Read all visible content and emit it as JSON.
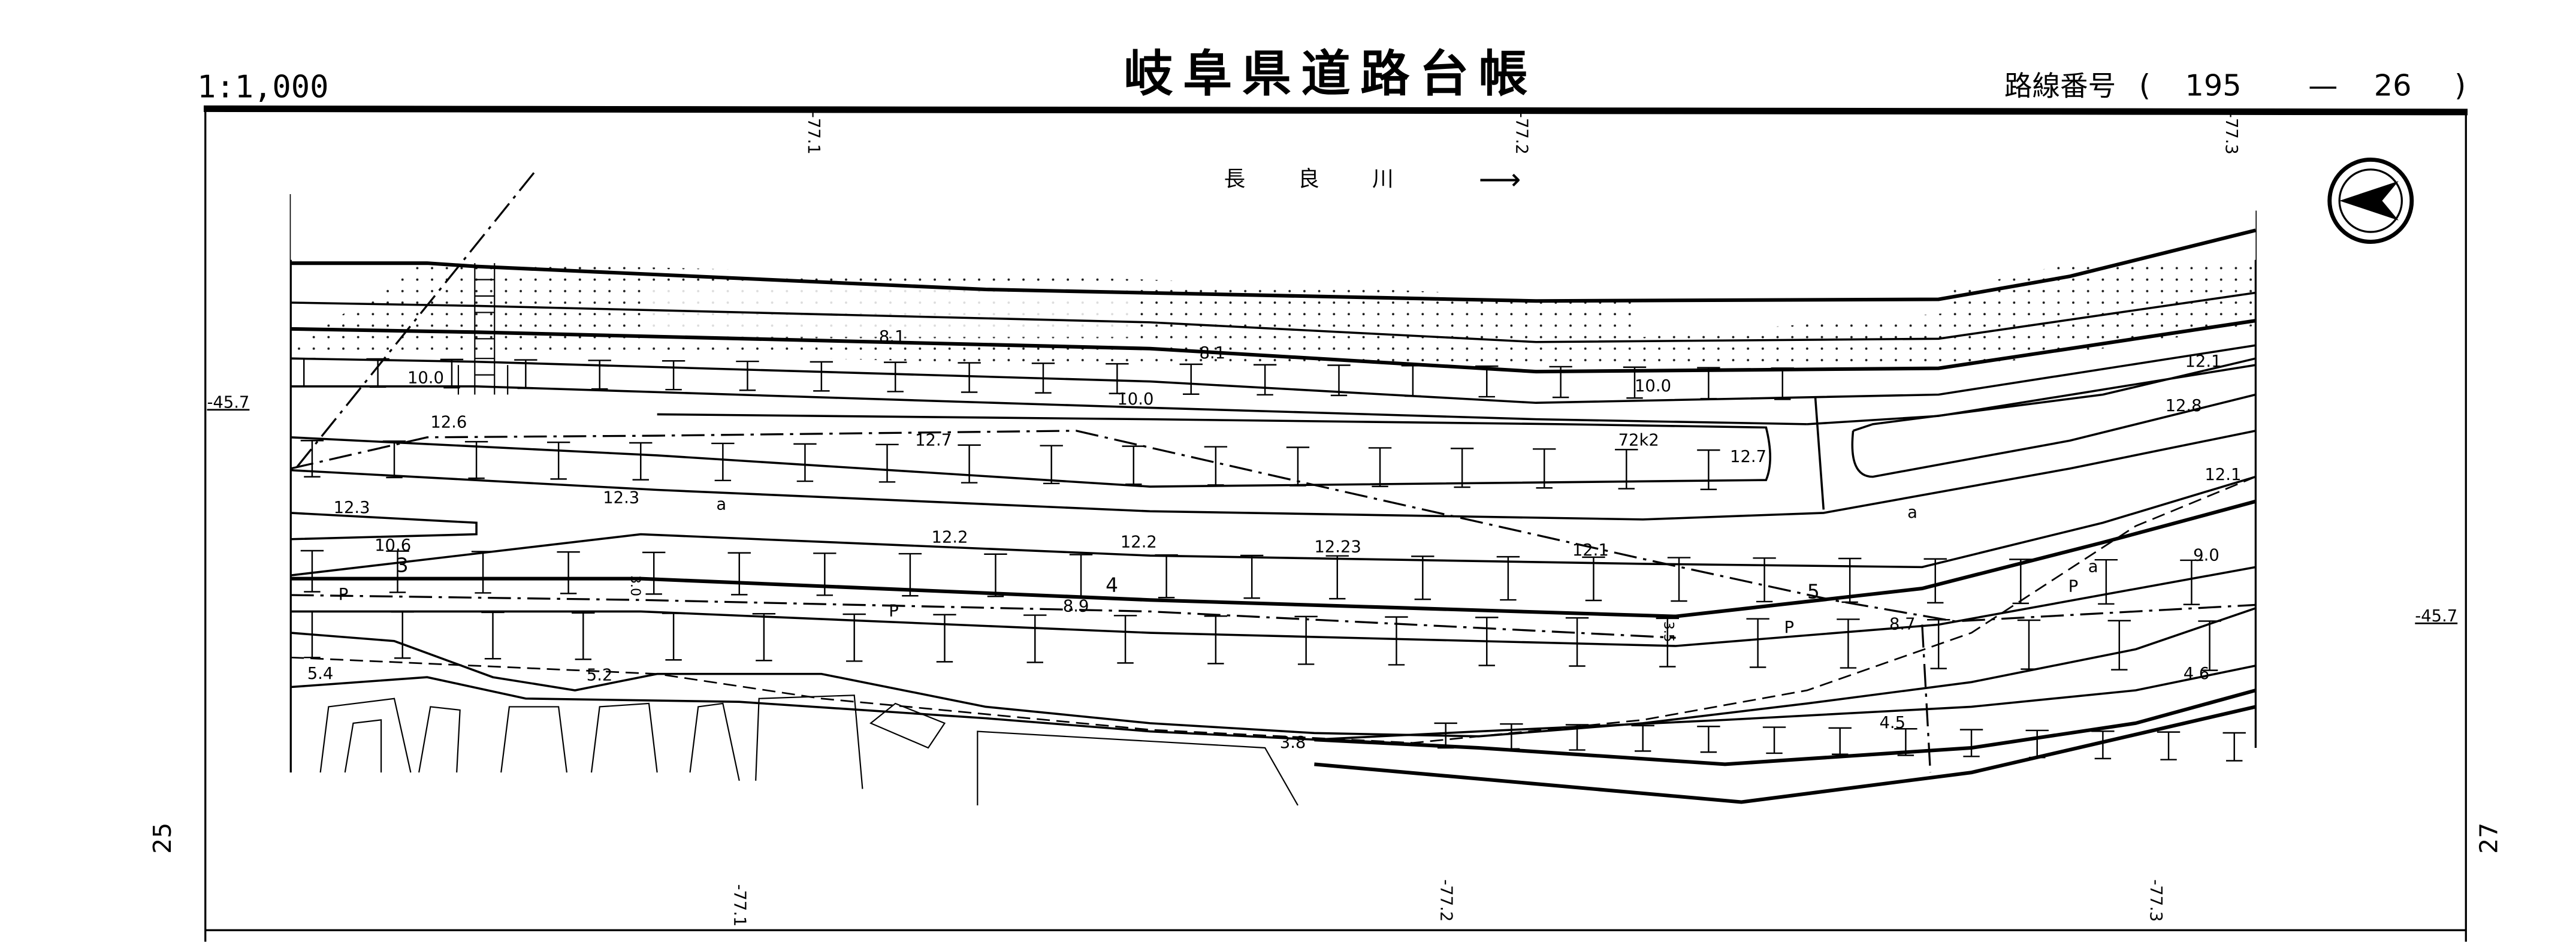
{
  "header": {
    "scale": "1:1,000",
    "title": "岐阜県道路台帳",
    "route_label": "路線番号",
    "route_open": "(",
    "route_no": "195",
    "route_dash": "—",
    "sheet_no": "26",
    "route_close": ")"
  },
  "stations_top": [
    "-77.1",
    "-77.2",
    "-77.3"
  ],
  "stations_bottom": [
    "-77.1",
    "-77.2",
    "-77.3"
  ],
  "offsets": {
    "left": "-45.7",
    "right": "-45.7"
  },
  "adjacent_sheets": {
    "prev": "25",
    "next": "27"
  },
  "river": {
    "name": "長 良 川",
    "arrow": "⟶"
  },
  "north_arrow": "north-arrow-icon",
  "labels": [
    "8.1",
    "8.1",
    "10.0",
    "10.0",
    "10.0",
    "12.1",
    "12.8",
    "12.6",
    "12.7",
    "72k2",
    "12.7",
    "12.3",
    "12.3",
    "a",
    "a",
    "12.1",
    "10.6",
    "12.2",
    "12.2",
    "12.23",
    "12.1",
    "3",
    "4",
    "5",
    "9.0",
    "a",
    "P",
    "P",
    "8.9",
    "P",
    "8.7",
    "P",
    "3.5",
    "3.0",
    "5.4",
    "5.2",
    "4.6",
    "4.5",
    "3.8"
  ]
}
